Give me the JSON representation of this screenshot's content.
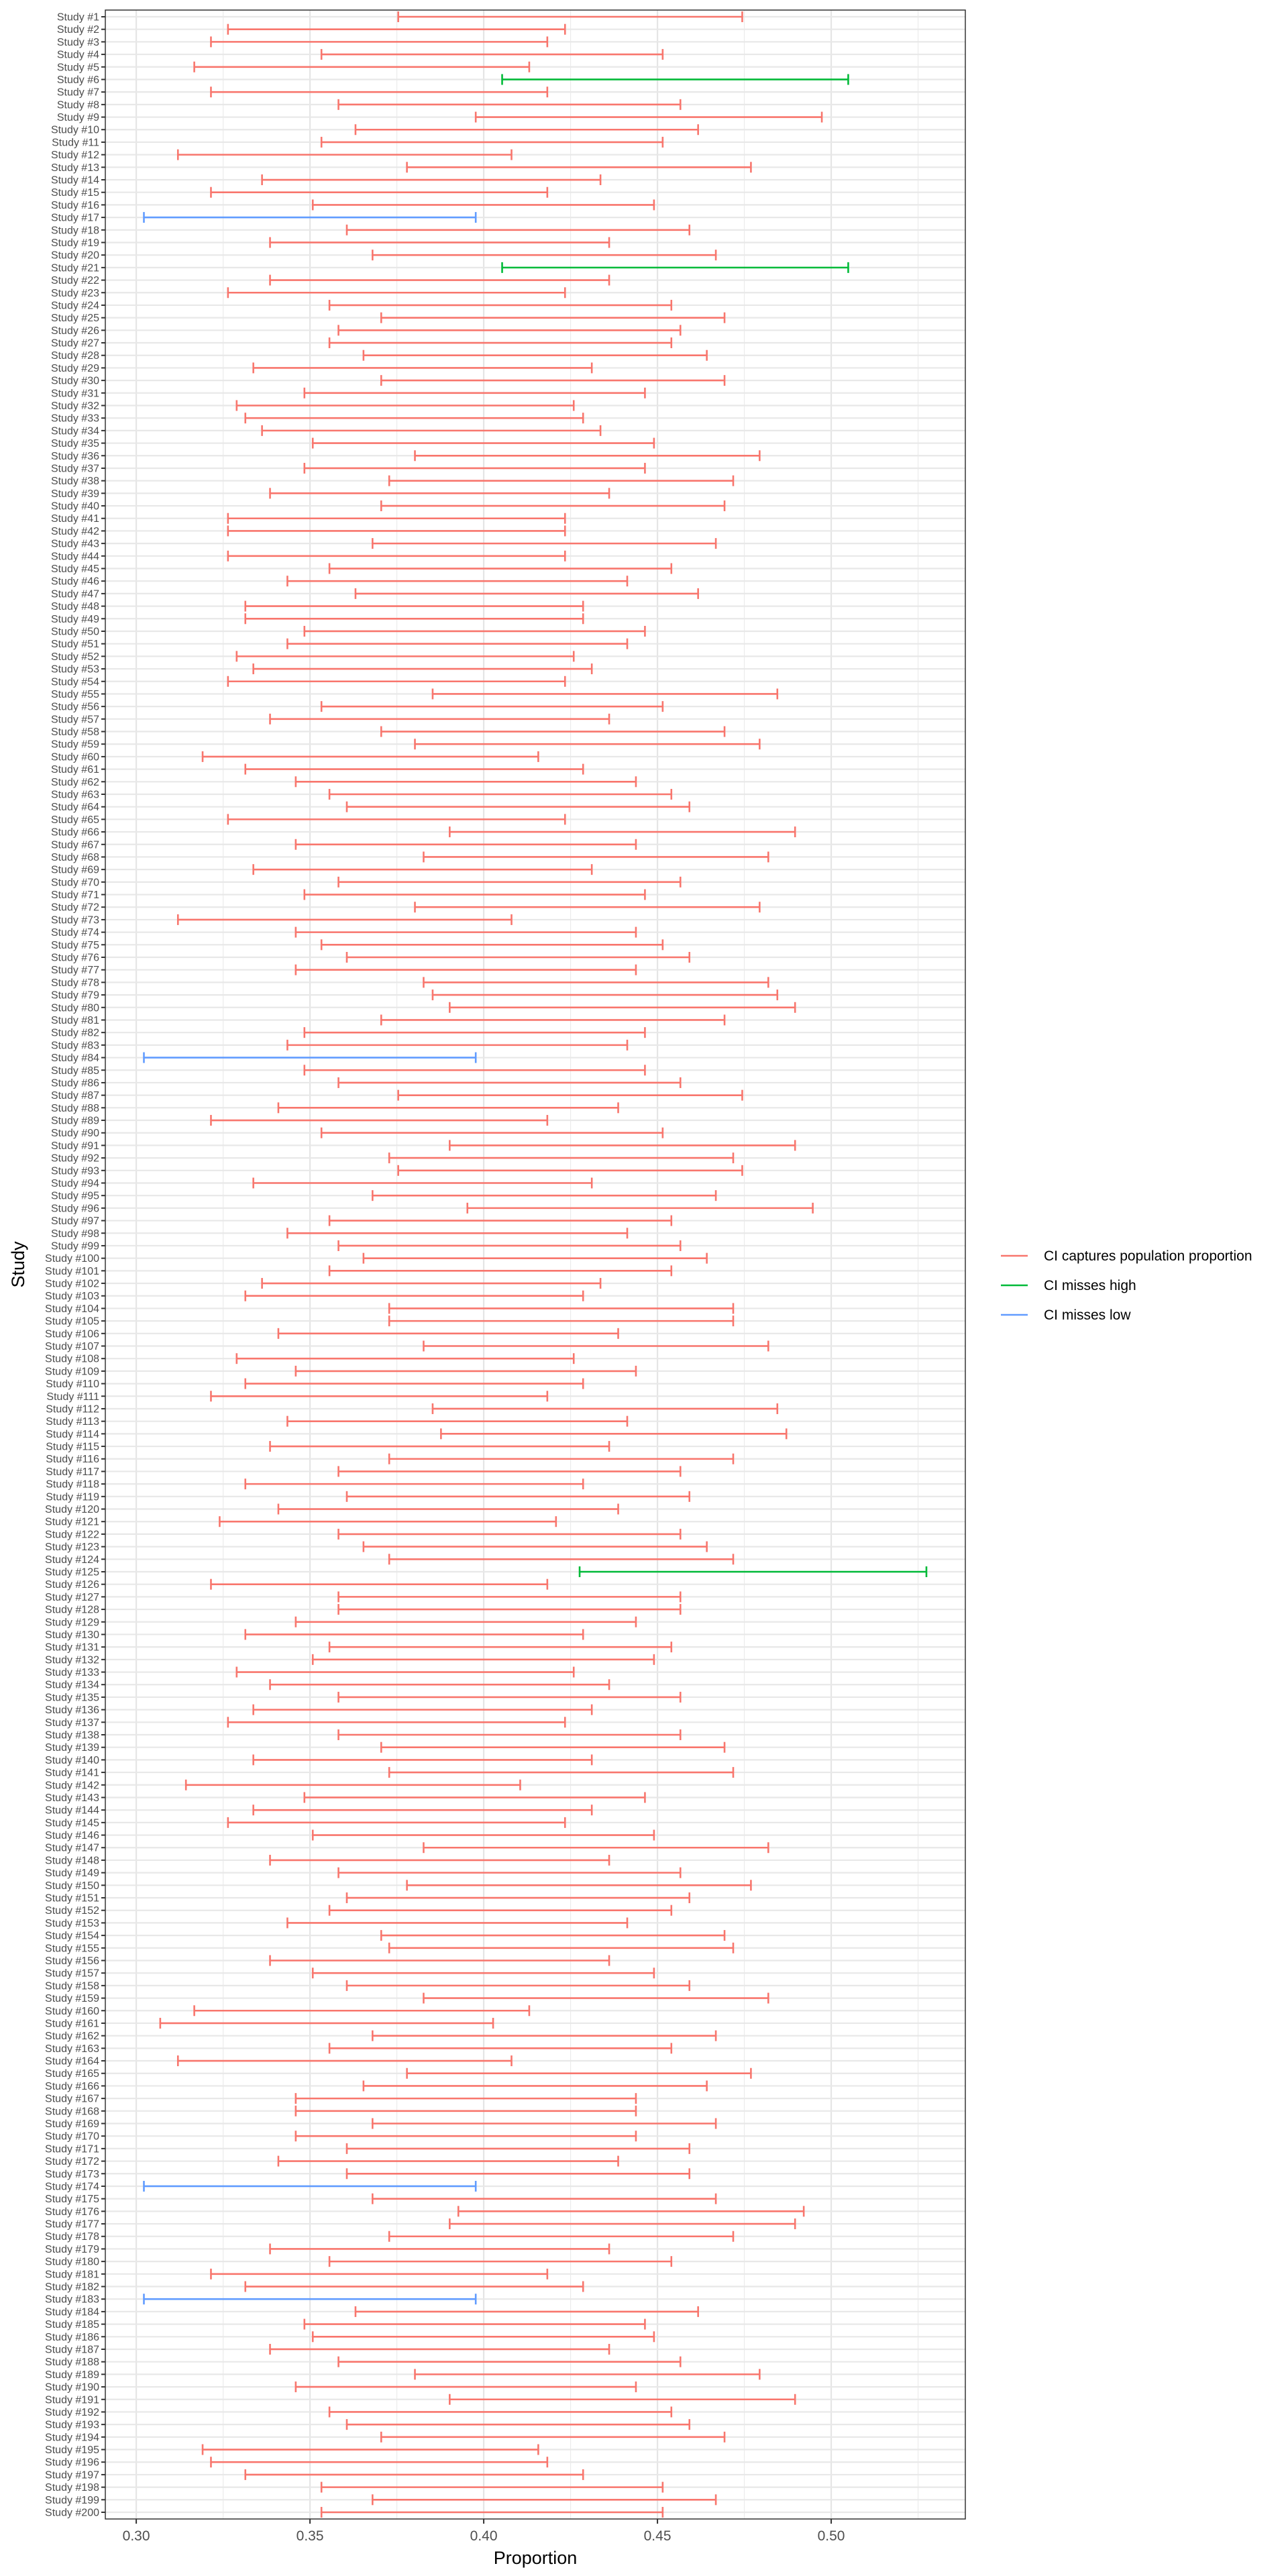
{
  "chart_data": {
    "type": "errorbar",
    "xlabel": "Proportion",
    "ylabel": "Study",
    "xlim": [
      0.2911,
      0.5386
    ],
    "x_ticks": [
      0.3,
      0.35,
      0.4,
      0.45,
      0.5
    ],
    "x_tick_labels": [
      "0.30",
      "0.35",
      "0.40",
      "0.45",
      "0.50"
    ],
    "grid": true,
    "legend_position": "right",
    "legend": [
      {
        "key": "captures",
        "label": "CI captures population proportion",
        "color": "#F8766D"
      },
      {
        "key": "high",
        "label": "CI misses high",
        "color": "#00BA38"
      },
      {
        "key": "low",
        "label": "CI misses low",
        "color": "#619CFF"
      }
    ],
    "misses_high": [
      6,
      21,
      125
    ],
    "misses_low": [
      17,
      84,
      174,
      183
    ],
    "study_label_prefix": "Study #",
    "upper": [
      0.4744,
      0.4234,
      0.4183,
      0.4515,
      0.4131,
      0.5049,
      0.4183,
      0.4566,
      0.4973,
      0.4617,
      0.4515,
      0.408,
      0.4769,
      0.4336,
      0.4183,
      0.449,
      0.3977,
      0.4592,
      0.4361,
      0.4668,
      0.5049,
      0.4361,
      0.4234,
      0.454,
      0.4693,
      0.4566,
      0.454,
      0.4642,
      0.4311,
      0.4693,
      0.4464,
      0.4259,
      0.4286,
      0.4336,
      0.449,
      0.4794,
      0.4464,
      0.4718,
      0.4361,
      0.4693,
      0.4234,
      0.4234,
      0.4668,
      0.4234,
      0.454,
      0.4413,
      0.4617,
      0.4286,
      0.4286,
      0.4464,
      0.4413,
      0.4259,
      0.4311,
      0.4234,
      0.4845,
      0.4515,
      0.4361,
      0.4693,
      0.4794,
      0.4157,
      0.4286,
      0.4438,
      0.454,
      0.4592,
      0.4234,
      0.4896,
      0.4438,
      0.4819,
      0.4311,
      0.4566,
      0.4464,
      0.4794,
      0.408,
      0.4438,
      0.4515,
      0.4592,
      0.4438,
      0.4819,
      0.4845,
      0.4896,
      0.4693,
      0.4464,
      0.4413,
      0.3977,
      0.4464,
      0.4566,
      0.4744,
      0.4387,
      0.4183,
      0.4515,
      0.4896,
      0.4718,
      0.4744,
      0.4311,
      0.4668,
      0.4947,
      0.454,
      0.4413,
      0.4566,
      0.4642,
      0.454,
      0.4336,
      0.4286,
      0.4718,
      0.4718,
      0.4387,
      0.4819,
      0.4259,
      0.4438,
      0.4286,
      0.4183,
      0.4845,
      0.4413,
      0.4871,
      0.4361,
      0.4718,
      0.4566,
      0.4286,
      0.4592,
      0.4387,
      0.4208,
      0.4566,
      0.4642,
      0.4718,
      0.5274,
      0.4183,
      0.4566,
      0.4566,
      0.4438,
      0.4286,
      0.454,
      0.449,
      0.4259,
      0.4361,
      0.4566,
      0.4311,
      0.4234,
      0.4566,
      0.4693,
      0.4311,
      0.4718,
      0.4105,
      0.4464,
      0.4311,
      0.4234,
      0.449,
      0.4819,
      0.4361,
      0.4566,
      0.4769,
      0.4592,
      0.454,
      0.4413,
      0.4693,
      0.4718,
      0.4361,
      0.449,
      0.4592,
      0.4819,
      0.4131,
      0.4027,
      0.4668,
      0.454,
      0.408,
      0.4769,
      0.4642,
      0.4438,
      0.4438,
      0.4668,
      0.4438,
      0.4592,
      0.4387,
      0.4592,
      0.3977,
      0.4668,
      0.4921,
      0.4896,
      0.4718,
      0.4361,
      0.454,
      0.4183,
      0.4286,
      0.3977,
      0.4617,
      0.4464,
      0.449,
      0.4361,
      0.4566,
      0.4794,
      0.4438,
      0.4896,
      0.454,
      0.4592,
      0.4693,
      0.4157,
      0.4183,
      0.4286,
      0.4515,
      0.4668,
      0.4515
    ],
    "lower": [
      0.3754,
      0.3264,
      0.3215,
      0.3533,
      0.3167,
      0.4053,
      0.3215,
      0.3582,
      0.3977,
      0.3631,
      0.3533,
      0.312,
      0.3779,
      0.3362,
      0.3215,
      0.3508,
      0.3022,
      0.3606,
      0.3385,
      0.368,
      0.4053,
      0.3385,
      0.3264,
      0.3556,
      0.3705,
      0.3582,
      0.3556,
      0.3654,
      0.3337,
      0.3705,
      0.3484,
      0.3289,
      0.3314,
      0.3362,
      0.3508,
      0.3802,
      0.3484,
      0.3728,
      0.3385,
      0.3705,
      0.3264,
      0.3264,
      0.368,
      0.3264,
      0.3556,
      0.3435,
      0.3631,
      0.3314,
      0.3314,
      0.3484,
      0.3435,
      0.3289,
      0.3337,
      0.3264,
      0.3853,
      0.3533,
      0.3385,
      0.3705,
      0.3802,
      0.3191,
      0.3314,
      0.3459,
      0.3556,
      0.3606,
      0.3264,
      0.3902,
      0.3459,
      0.3827,
      0.3337,
      0.3582,
      0.3484,
      0.3802,
      0.312,
      0.3459,
      0.3533,
      0.3606,
      0.3459,
      0.3827,
      0.3853,
      0.3902,
      0.3705,
      0.3484,
      0.3435,
      0.3022,
      0.3484,
      0.3582,
      0.3754,
      0.3409,
      0.3215,
      0.3533,
      0.3902,
      0.3728,
      0.3754,
      0.3337,
      0.368,
      0.3953,
      0.3556,
      0.3435,
      0.3582,
      0.3654,
      0.3556,
      0.3362,
      0.3314,
      0.3728,
      0.3728,
      0.3409,
      0.3827,
      0.3289,
      0.3459,
      0.3314,
      0.3215,
      0.3853,
      0.3435,
      0.3877,
      0.3385,
      0.3728,
      0.3582,
      0.3314,
      0.3606,
      0.3409,
      0.324,
      0.3582,
      0.3654,
      0.3728,
      0.4276,
      0.3215,
      0.3582,
      0.3582,
      0.3459,
      0.3314,
      0.3556,
      0.3508,
      0.3289,
      0.3385,
      0.3582,
      0.3337,
      0.3264,
      0.3582,
      0.3705,
      0.3337,
      0.3728,
      0.3143,
      0.3484,
      0.3337,
      0.3264,
      0.3508,
      0.3827,
      0.3385,
      0.3582,
      0.3779,
      0.3606,
      0.3556,
      0.3435,
      0.3705,
      0.3728,
      0.3385,
      0.3508,
      0.3606,
      0.3827,
      0.3167,
      0.3069,
      0.368,
      0.3556,
      0.312,
      0.3779,
      0.3654,
      0.3459,
      0.3459,
      0.368,
      0.3459,
      0.3606,
      0.3409,
      0.3606,
      0.3022,
      0.368,
      0.3927,
      0.3902,
      0.3728,
      0.3385,
      0.3556,
      0.3215,
      0.3314,
      0.3022,
      0.3631,
      0.3484,
      0.3508,
      0.3385,
      0.3582,
      0.3802,
      0.3459,
      0.3902,
      0.3556,
      0.3606,
      0.3705,
      0.3191,
      0.3215,
      0.3314,
      0.3533,
      0.368,
      0.3533
    ]
  }
}
